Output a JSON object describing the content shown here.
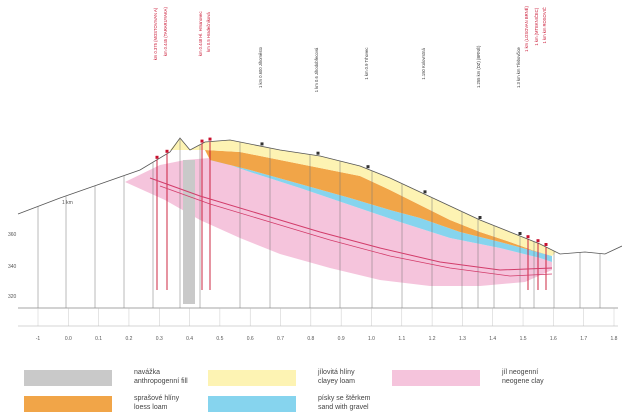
{
  "colors": {
    "fill": "#c9c9c9",
    "loess": "#f1a548",
    "clay_loam": "#fdf3b3",
    "gravel": "#86d4ee",
    "neogene": "#f5c4dc",
    "rock_red": "#d23c6a",
    "borehole_red": "#c8102e"
  },
  "profile": {
    "x_ticks": [
      "-1",
      "0.0",
      "0.1",
      "0.2",
      "0.3",
      "0.4",
      "0.5",
      "0.6",
      "0.7",
      "0.8",
      "0.9",
      "1.0",
      "1.1",
      "1.2",
      "1.3",
      "1.4",
      "1.5",
      "1.6",
      "1.7",
      "1.8"
    ],
    "elevation_labels": [
      "360",
      "340",
      "320"
    ],
    "borehole_labels": [
      "km 0.375 (MOSTOVIVAN A)",
      "km 0.445 (TARARUYAKA)",
      "km 0.448 Hl. Hmanovec",
      "km 0.5 Hradečníková",
      "1 km 0.600 Jihoměsto",
      "1 km 0.6 Jihodobřecová",
      "1 km 0.9 Trhovec",
      "1.150 Kolovrstná",
      "1.255 km (DZ) (BRNĚ)",
      "1.3 km km Třebovčice",
      "1 km (LOSOVAN BRNĚ)",
      "1 km (MTEKNIČEC)",
      "1 km km ROSOVIČ"
    ],
    "small_label": "1 km"
  },
  "legend": [
    {
      "label": "navážka\nanthropogenní fill",
      "swatch": "#c9c9c9"
    },
    {
      "label": "jílovitá hlíny\nclayey loam",
      "swatch": "#fdf3b3"
    },
    {
      "label": "jíl neogenní\nneogene clay",
      "swatch": "#f5c4dc"
    },
    {
      "label": "sprašové hlíny\nloess loam",
      "swatch": "#f1a548"
    },
    {
      "label": "písky se štěrkem\nsand with gravel",
      "swatch": "#86d4ee"
    }
  ]
}
